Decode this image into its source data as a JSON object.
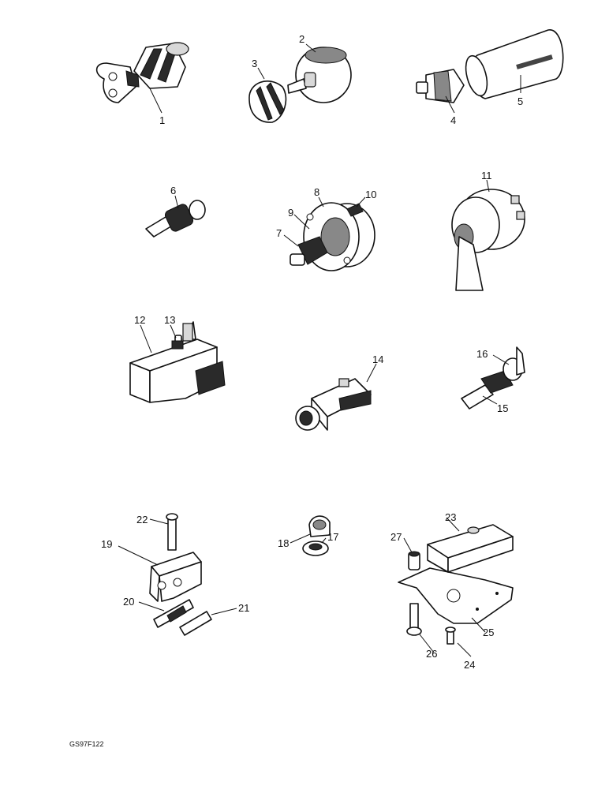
{
  "figure_code": "GS97F122",
  "callouts": [
    "1",
    "2",
    "3",
    "4",
    "5",
    "6",
    "7",
    "8",
    "9",
    "10",
    "11",
    "12",
    "13",
    "14",
    "15",
    "16",
    "17",
    "18",
    "19",
    "20",
    "21",
    "22",
    "23",
    "24",
    "25",
    "26",
    "27"
  ]
}
